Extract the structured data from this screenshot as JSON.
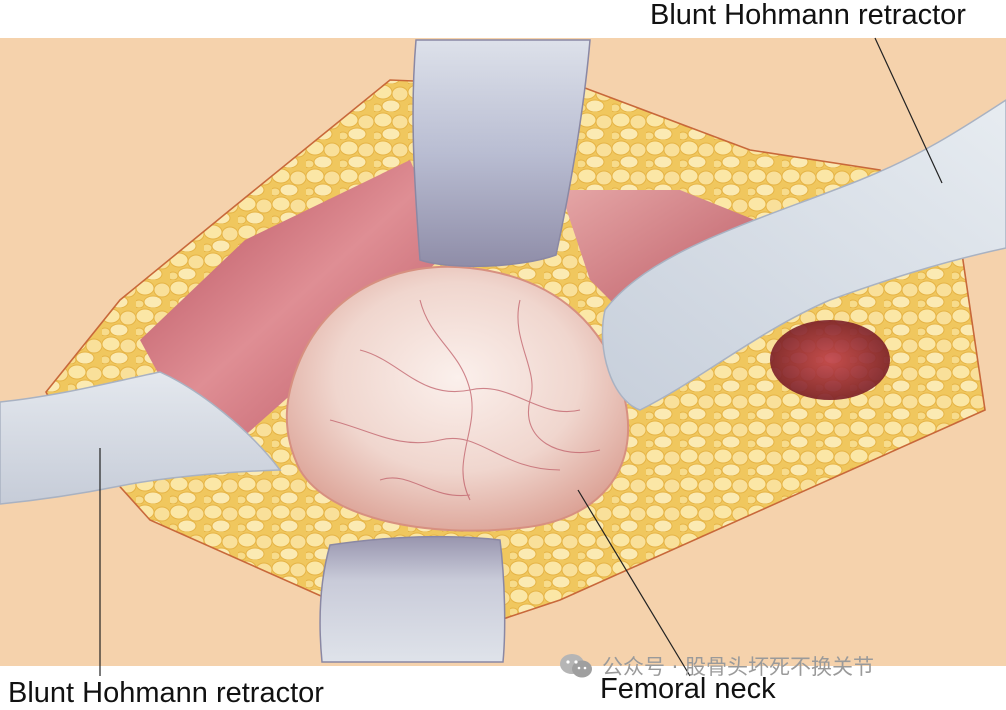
{
  "labels": {
    "top_right": "Blunt Hohmann retractor",
    "bottom_left": "Blunt Hohmann retractor",
    "bottom_center": "Femoral neck"
  },
  "watermark": {
    "text": "公众号 · 股骨头坏死不换关节",
    "icon": "wechat-icon"
  },
  "colors": {
    "skin": "#f5d2ac",
    "fat": "#f3d27a",
    "muscle": "#c9646e",
    "capsule": "#f1ddd6",
    "retractor": "#d9dde6"
  }
}
